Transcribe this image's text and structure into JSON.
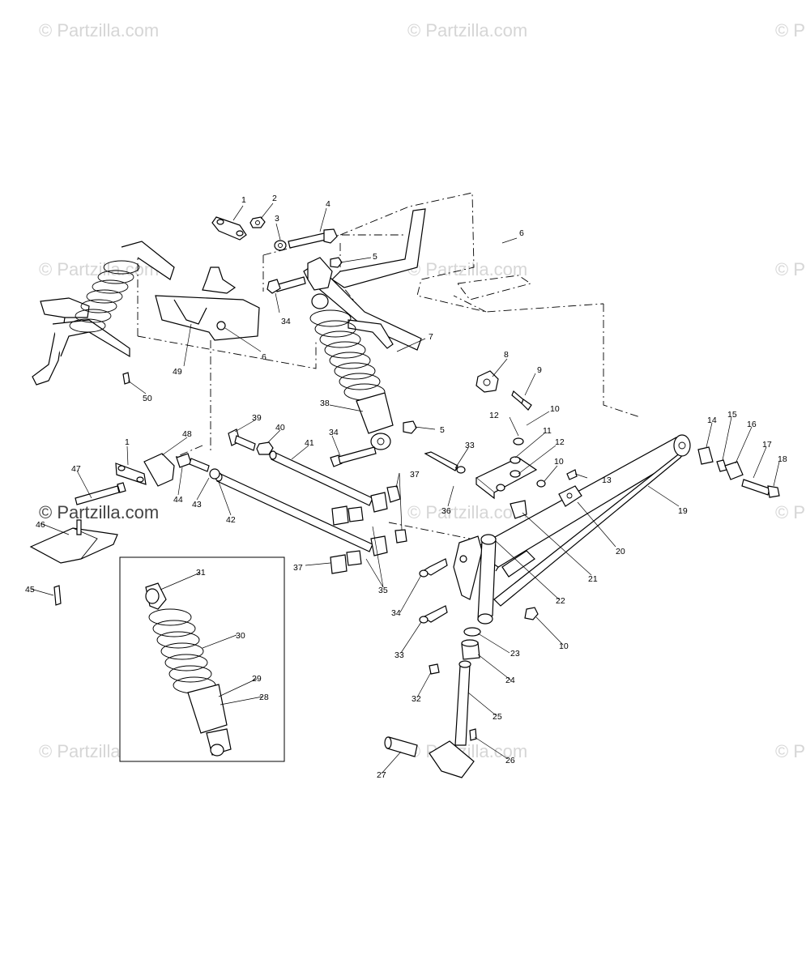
{
  "watermark": {
    "text": "© Partzilla.com",
    "color": "#d6d6d6"
  },
  "callouts": [
    {
      "id": "c1a",
      "label": "1"
    },
    {
      "id": "c2",
      "label": "2"
    },
    {
      "id": "c3",
      "label": "3"
    },
    {
      "id": "c4",
      "label": "4"
    },
    {
      "id": "c5a",
      "label": "5"
    },
    {
      "id": "c6a",
      "label": "6"
    },
    {
      "id": "c34a",
      "label": "34"
    },
    {
      "id": "c6b",
      "label": "6"
    },
    {
      "id": "c49",
      "label": "49"
    },
    {
      "id": "c50",
      "label": "50"
    },
    {
      "id": "c7",
      "label": "7"
    },
    {
      "id": "c8",
      "label": "8"
    },
    {
      "id": "c9",
      "label": "9"
    },
    {
      "id": "c38",
      "label": "38"
    },
    {
      "id": "c10a",
      "label": "10"
    },
    {
      "id": "c12a",
      "label": "12"
    },
    {
      "id": "c11",
      "label": "11"
    },
    {
      "id": "c12b",
      "label": "12"
    },
    {
      "id": "c5b",
      "label": "5"
    },
    {
      "id": "c39",
      "label": "39"
    },
    {
      "id": "c40",
      "label": "40"
    },
    {
      "id": "c41",
      "label": "41"
    },
    {
      "id": "c34b",
      "label": "34"
    },
    {
      "id": "c33a",
      "label": "33"
    },
    {
      "id": "c10b",
      "label": "10"
    },
    {
      "id": "c13",
      "label": "13"
    },
    {
      "id": "c14",
      "label": "14"
    },
    {
      "id": "c15",
      "label": "15"
    },
    {
      "id": "c16",
      "label": "16"
    },
    {
      "id": "c17",
      "label": "17"
    },
    {
      "id": "c18",
      "label": "18"
    },
    {
      "id": "c19",
      "label": "19"
    },
    {
      "id": "c1b",
      "label": "1"
    },
    {
      "id": "c48",
      "label": "48"
    },
    {
      "id": "c47",
      "label": "47"
    },
    {
      "id": "c44",
      "label": "44"
    },
    {
      "id": "c43",
      "label": "43"
    },
    {
      "id": "c42",
      "label": "42"
    },
    {
      "id": "c37a",
      "label": "37"
    },
    {
      "id": "c36",
      "label": "36"
    },
    {
      "id": "c20",
      "label": "20"
    },
    {
      "id": "c46",
      "label": "46"
    },
    {
      "id": "c45",
      "label": "45"
    },
    {
      "id": "c37b",
      "label": "37"
    },
    {
      "id": "c35",
      "label": "35"
    },
    {
      "id": "c21",
      "label": "21"
    },
    {
      "id": "c22",
      "label": "22"
    },
    {
      "id": "c34c",
      "label": "34"
    },
    {
      "id": "c31",
      "label": "31"
    },
    {
      "id": "c30",
      "label": "30"
    },
    {
      "id": "c33b",
      "label": "33"
    },
    {
      "id": "c23",
      "label": "23"
    },
    {
      "id": "c10c",
      "label": "10"
    },
    {
      "id": "c29",
      "label": "29"
    },
    {
      "id": "c28",
      "label": "28"
    },
    {
      "id": "c24",
      "label": "24"
    },
    {
      "id": "c32",
      "label": "32"
    },
    {
      "id": "c25",
      "label": "25"
    },
    {
      "id": "c26",
      "label": "26"
    },
    {
      "id": "c27",
      "label": "27"
    }
  ]
}
